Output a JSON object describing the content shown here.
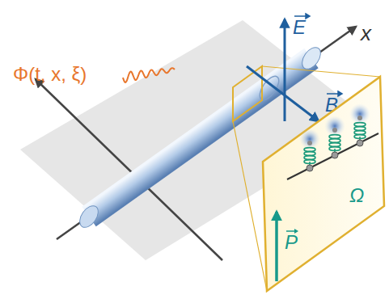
{
  "diagram": {
    "nodes": [
      {
        "text": [
          "P",
          "Ω"
        ]
      }
    ],
    "labels": [
      "Φ(t, x, ξ)",
      "E",
      "B",
      "x"
    ]
  }
}
